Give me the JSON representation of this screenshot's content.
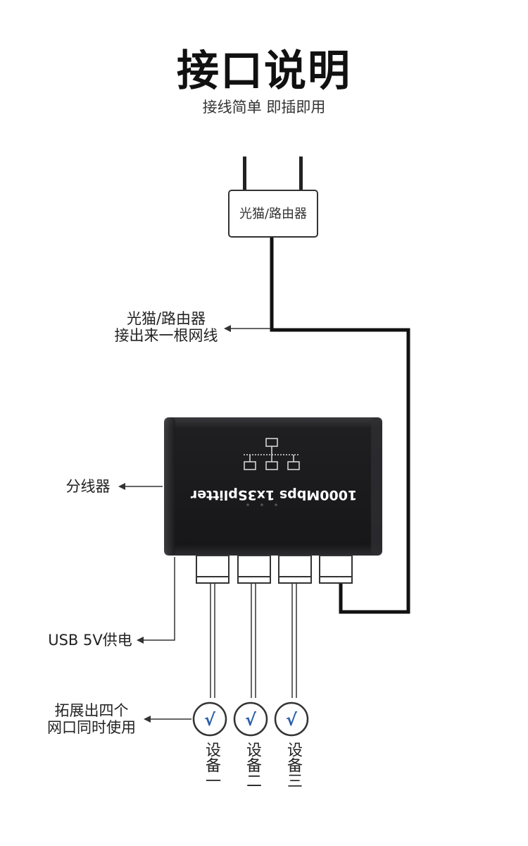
{
  "header": {
    "title": "接口说明",
    "subtitle": "接线简单 即插即用"
  },
  "router": {
    "label": "光猫/路由器"
  },
  "annotations": {
    "router_cable": [
      "光猫/路由器",
      "接出来一根网线"
    ],
    "splitter": "分线器",
    "usb_power": "USB 5V供电",
    "expand": [
      "拓展出四个",
      "网口同时使用"
    ]
  },
  "device": {
    "model_text": "1000Mbps 1x3Splitter"
  },
  "endpoints": [
    {
      "check": "√",
      "label": "设备一"
    },
    {
      "check": "√",
      "label": "设备二"
    },
    {
      "check": "√",
      "label": "设备三"
    }
  ],
  "colors": {
    "cable": "#111111",
    "device_body": "#1c1c1e",
    "check": "#2a5dab",
    "arrow": "#333333"
  }
}
